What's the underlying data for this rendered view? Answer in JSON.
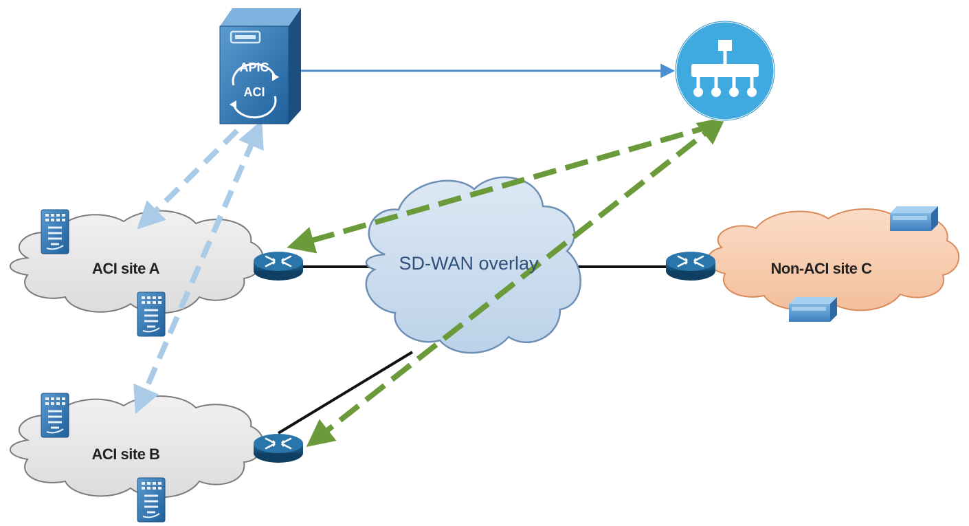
{
  "apic": {
    "title": "APIC",
    "logo_text": "ACI"
  },
  "sites": {
    "a": "ACI site A",
    "b": "ACI site B",
    "c": "Non-ACI site C"
  },
  "overlay": {
    "label": "SD-WAN overlay"
  },
  "colors": {
    "aci_cloud": "#e6e6e6",
    "non_aci_cloud": "#f5c9ad",
    "overlay_cloud": "#cddcec",
    "router": "#1f5f8b",
    "controller": "#3fa9e0",
    "apic_box": "#2c6ea8",
    "green_dashed": "#6a9a3a",
    "lightblue_dashed": "#a9cbe8",
    "solid_blue": "#4a8fd0"
  },
  "icons": {
    "controller": "sdwan-controller-icon",
    "router": "router-icon",
    "switch": "aci-leaf-switch-icon",
    "server": "server-icon"
  }
}
